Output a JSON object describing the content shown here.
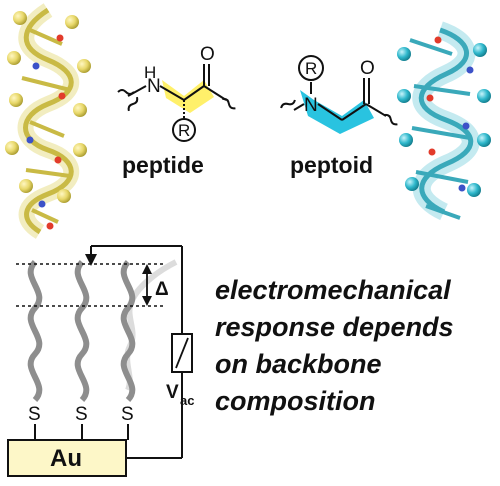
{
  "molecules": {
    "peptide": {
      "label": "peptide",
      "nh": "H",
      "n": "N",
      "o": "O",
      "r": "R",
      "highlight": "#fff06a"
    },
    "peptoid": {
      "label": "peptoid",
      "n": "N",
      "o": "O",
      "r": "R",
      "highlight": "#29c3e0"
    }
  },
  "helices": {
    "peptide_color": "#e6db7e",
    "peptoid_color": "#4ec2d2"
  },
  "circuit": {
    "delta": "Δ",
    "voltage": "V",
    "voltage_sub": "ac",
    "thiols": [
      "S",
      "S",
      "S"
    ],
    "electrode": "Au",
    "electrode_color": "#fdf7c8"
  },
  "caption_lines": [
    "electromechanical",
    "response depends",
    "on backbone",
    "composition"
  ]
}
